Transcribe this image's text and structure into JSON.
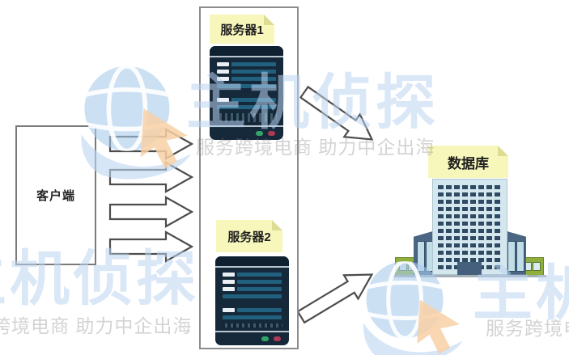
{
  "diagram": {
    "client_label": "客户端",
    "server1_label": "服务器1",
    "server2_label": "服务器2",
    "database_label": "数据库"
  },
  "watermark": {
    "brand": "主机侦探",
    "tagline": "服务跨境电商 助力中企出海"
  },
  "colors": {
    "box_border": "#7a7a7a",
    "arrow_outline": "#4d4d4d",
    "sticky_note": "#f7f7bc",
    "server_body": "#16293a",
    "server_stripe": "#21607e",
    "led_green": "#33a36a",
    "led_red": "#aa3a55",
    "building_tower": "#d5e7ee",
    "building_window": "#2f4a63",
    "building_wing": "#4a6683",
    "annex_green": "#8fae3e",
    "watermark_blue": "#b9d4f0",
    "watermark_gray": "#d9d9d9",
    "watermark_orange": "#f7d0a6"
  }
}
